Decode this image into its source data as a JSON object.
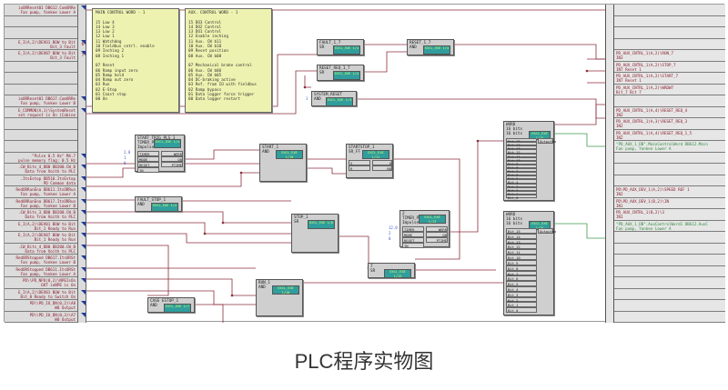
{
  "caption": "PLC程序实物图",
  "left_signals": [
    {
      "line1": "ioORReset01 DB612.ComORRe",
      "line2": "Fan pump, Yonkee Lower A",
      "num": ""
    },
    {
      "line1": "",
      "line2": "",
      "num": ""
    },
    {
      "line1": "",
      "line2": "",
      "num": ""
    },
    {
      "line1": "E_I(A,2)\\DEVO1 BOW to Bit",
      "line2": "Bit_3 Fault",
      "num": "6"
    },
    {
      "line1": "E_I(A,2)\\DEV07 BOW to Bit",
      "line2": "Bit_3 Fault",
      "num": "7"
    },
    {
      "line1": "",
      "line2": "",
      "num": ""
    },
    {
      "line1": "",
      "line2": "",
      "num": ""
    },
    {
      "line1": "",
      "line2": "",
      "num": ""
    },
    {
      "line1": "ioORReset01 DB617.ComORRe",
      "line2": "Fan pump, Yonkee Lower B",
      "num": ""
    },
    {
      "line1": "E_COMMON(A,1)\\SystemReset",
      "line2": "set request is On (Cabine",
      "num": ""
    },
    {
      "line1": "",
      "line2": "",
      "num": ""
    },
    {
      "line1": "",
      "line2": "",
      "num": ""
    },
    {
      "line1": "",
      "line2": "",
      "num": ""
    },
    {
      "line1": "\"Pulse 0.5 Hz\" M4.7",
      "line2": "pulse memory flag: 0.5 Hz",
      "num": ""
    },
    {
      "line1": ".CW_Bits_4_DB0 DB200.CW_B",
      "line2": "Data from Voith to PLC",
      "num": ""
    },
    {
      "line1": ".ItsEstop DB510.ItsEstop",
      "line2": "PD Common data",
      "num": ""
    },
    {
      "line1": "RedORRunEna DB611.ItsORRun",
      "line2": "Fan pump, Yonkee Lower A",
      "num": ""
    },
    {
      "line1": "RedORRunEna DB617.ItsORRun",
      "line2": "Fan pump, Yonkee Lower B",
      "num": ""
    },
    {
      "line1": ".CW_Bits_3_DB0 DB200.CW_B",
      "line2": "Data from Voith to PLC",
      "num": ""
    },
    {
      "line1": "E_I(A,2)\\DEV01 BOW to Bit",
      "line2": "Bit_1 Ready to Run",
      "num": ""
    },
    {
      "line1": "E_I(A,2)\\DEV07 BOW to Bit",
      "line2": "Bit_1 Ready to Run",
      "num": ""
    },
    {
      "line1": ".CW_Bits_4_DB0 DB200.CW_B",
      "line2": "Data from Voith to PLC",
      "num": ""
    },
    {
      "line1": "RedORStopped DB617.ItsORSt",
      "line2": "Fan pump, Yonkee Lower B",
      "num": ""
    },
    {
      "line1": "RedORStopped DB611.ItsORSt",
      "line2": "Fan pump, Yonkee Lower A",
      "num": ""
    },
    {
      "line1": "PD\\\\PD_NPU(0,2)\\NPEIsOn",
      "line2": "OUT ioNPE is On",
      "num": ""
    },
    {
      "line1": "E_I(A,2)\\DEV01 BOW to Bit",
      "line2": "Bit_0 Ready to Switch On",
      "num": ""
    },
    {
      "line1": "PD\\\\PD_IO_DN(0,2)\\A8",
      "line2": "W0 Output",
      "num": ""
    },
    {
      "line1": "PD\\\\PD_IO_DN(0,3)\\A7",
      "line2": "W0 Output",
      "num": ""
    }
  ],
  "notes": [
    {
      "title": "MAIN CONTROL WORD - 1",
      "lines": [
        "15 Low 4",
        "14 Low 3",
        "13 Low 2",
        "12 Low 1",
        "11 Watchdog",
        "10 Fieldbus cntrl. enable",
        "09 Inching 2",
        "08 Inching 1",
        "",
        "07 Reset",
        "06 Ramp input zero",
        "05 Ramp hold",
        "04 Ramp out zero",
        "03 Run",
        "02 E-Stop",
        "01 Coast stop",
        "00 On"
      ]
    },
    {
      "title": "AUX. CONTROL WORD - 1",
      "lines": [
        "15 DO3 Control",
        "14 DO2 Control",
        "13 DO1 Control",
        "12 Enable inching",
        "11 Aux. CW b11",
        "10 Aux. CW b10",
        "09 Reset position",
        "08 Aux. CW b08",
        "",
        "07 Mechanical brake control",
        "06 Aux. CW b06",
        "05 Aux. CW b05",
        "04 DC-braking active",
        "03 Ref. from IO with fieldbus",
        "02 Ramp bypass",
        "01 Data logger force trigger",
        "00 Data logger restart"
      ]
    }
  ],
  "blocks": {
    "fault_1_7": {
      "name": "FAULT_1_7",
      "type": "SR",
      "id": "EXCL_EXE 1/4"
    },
    "reset_1_7": {
      "name": "RESET_1_7",
      "type": "AND",
      "id": "EXCL_EXE 1/4"
    },
    "reset_req_1_7": {
      "name": "RESET_REQ_1_7",
      "type": "SR",
      "id": "EXCL_EXE 1/4"
    },
    "system_reset": {
      "name": "SYSTEM_RESET",
      "type": "AND",
      "id": "EXCL_EXE 1/4",
      "in_value": "1"
    },
    "start_trig": {
      "name": "START_TRIG_PLS_1",
      "type": "TIMER_P",
      "type2": "Impulsef",
      "id": "EXCL_EXE 1/4",
      "inputs": [
        {
          "pin": "TIMER",
          "value": "2.0"
        },
        {
          "pin": "MODE",
          "value": "1"
        },
        {
          "pin": "RESET",
          "value": "0"
        },
        {
          "pin": "IN",
          "value": ""
        }
      ],
      "outputs": [
        "WERR",
        "Q0",
        "PTIME"
      ]
    },
    "fault_stop": {
      "name": "FAULT_STOP_1",
      "type": "AND",
      "id": "EXCL_EXE 1/4"
    },
    "start_1": {
      "name": "START_1",
      "type": "AND",
      "id": "EXCL_EXE 1/10"
    },
    "startstop_1": {
      "name": "STARTSTOP_1",
      "type": "SR_FF",
      "id": "EXCL_EXE 1/11",
      "inputs": [
        "S",
        "R"
      ],
      "outputs": [
        "Q",
        "NQ"
      ]
    },
    "stop_1": {
      "name": "STOP_1",
      "type": "SR",
      "id": "EXCL_EXE 1/8"
    },
    "timer_2": {
      "name": "2",
      "type": "TIMER_P",
      "type2": "Impulsef",
      "id": "EXCL_EXE 1/13",
      "inputs": [
        {
          "pin": "TIMER",
          "value": "12.0"
        },
        {
          "pin": "MODE",
          "value": "2"
        },
        {
          "pin": "RESET",
          "value": "0"
        },
        {
          "pin": "IN",
          "value": ""
        }
      ],
      "outputs": [
        "WERR",
        "Q0",
        "PTIME"
      ]
    },
    "block_7": {
      "name": "7",
      "type": "SR",
      "id": "EXCL_EXE 1/13"
    },
    "run_1": {
      "name": "RUN_1",
      "type": "AND",
      "id": "EXCL_EXE 1/10"
    },
    "case_estop": {
      "name": "CASE ESTOP_1",
      "type": "AND",
      "id": "EXCL_EXE 1/7"
    },
    "word1": {
      "name": "WORD",
      "type": "16 bits",
      "type2": "16 bits",
      "id": "EXCL_EXE 1/15",
      "output": "OutputWo",
      "bits": [
        "Bit_15",
        "Bit_14",
        "Bit_13",
        "Bit_12",
        "Bit_11",
        "Bit_10",
        "Bit_9",
        "Bit_8",
        "Bit_7",
        "Bit_6",
        "Bit_5",
        "Bit_4",
        "Bit_3",
        "Bit_2",
        "Bit_1",
        "Bit_0"
      ]
    },
    "word2": {
      "name": "WORD",
      "type": "16 bits",
      "type2": "16 bits",
      "id": "EXCL_EXE 1/16",
      "output": "OutputWo",
      "bits": [
        "Bit_15",
        "Bit_14",
        "Bit_13",
        "Bit_12",
        "Bit_11",
        "Bit_10",
        "Bit_9",
        "Bit_8",
        "Bit_7",
        "Bit_6",
        "Bit_5",
        "Bit_4",
        "Bit_3",
        "Bit_2",
        "Bit_1",
        "Bit_0"
      ]
    }
  },
  "right_signals": [
    {
      "line1": "",
      "line2": "",
      "color": "red"
    },
    {
      "line1": "",
      "line2": "",
      "color": "red"
    },
    {
      "line1": "",
      "line2": "",
      "color": "red"
    },
    {
      "line1": "",
      "line2": "",
      "color": "red"
    },
    {
      "line1": "PD_AUX_CNTRL_1(A,2)\\RUN_7",
      "line2": "IN3",
      "color": "red"
    },
    {
      "line1": "PD_AUX_CNTRL_1(A,2)\\STOP_7",
      "line2": "IN7 Reset 1",
      "color": "red"
    },
    {
      "line1": "PD_AUX_CNTRL_1(A,2)\\START_7",
      "line2": "IN7 Reset 1",
      "color": "red"
    },
    {
      "line1": "PD_AUX_CNTRL_1(A,2)\\WRDW7",
      "line2": "Bit_7 Bit 7",
      "color": "red"
    },
    {
      "line1": "",
      "line2": "",
      "color": "red"
    },
    {
      "line1": "PD_AUX_CNTRL_1(A,4)\\RESET_REQ_4",
      "line2": "IN2",
      "color": "red"
    },
    {
      "line1": "PD_AUX_CNTRL_1(A,3)\\RESET_REQ_3",
      "line2": "IN2",
      "color": "red"
    },
    {
      "line1": "PD_AUX_CNTRL_1(A,4)\\RESET_REQ_1_5",
      "line2": "IN2",
      "color": "red"
    },
    {
      "line1": "\"PD_AUX_1_DB\".MainControlWord DB612.Main",
      "line2": "Fan pump, Yonkee Lower A",
      "color": "green"
    },
    {
      "line1": "",
      "line2": "",
      "color": "red"
    },
    {
      "line1": "",
      "line2": "",
      "color": "red"
    },
    {
      "line1": "",
      "line2": "",
      "color": "red"
    },
    {
      "line1": "PD\\PD_AUX_DEV_1(A,2)\\SPEED REF 1",
      "line2": "IN2",
      "color": "red"
    },
    {
      "line1": "PD\\PD_AUX_DEV_1(B,2)\\IN",
      "line2": "IN1",
      "color": "red"
    },
    {
      "line1": "PD_AUX_CNTRL_1(B,2)\\3",
      "line2": "IN1",
      "color": "red"
    },
    {
      "line1": "\"PD_AUX_1_DB\".AuxControlWord1 DB612.AuxC",
      "line2": "Fan pump, Yonkee Lower A",
      "color": "green"
    },
    {
      "line1": "",
      "line2": "",
      "color": "red"
    },
    {
      "line1": "",
      "line2": "",
      "color": "red"
    },
    {
      "line1": "",
      "line2": "",
      "color": "red"
    },
    {
      "line1": "",
      "line2": "",
      "color": "red"
    },
    {
      "line1": "",
      "line2": "",
      "color": "red"
    },
    {
      "line1": "",
      "line2": "",
      "color": "red"
    },
    {
      "line1": "",
      "line2": "",
      "color": "red"
    },
    {
      "line1": "",
      "line2": "",
      "color": "red"
    }
  ],
  "colors": {
    "wire": "#8b2e3c",
    "wire_green": "#3e9b50",
    "note_bg": "#eef2b0",
    "block_bg": "#cfcfcf",
    "block_id_bg": "#2f9e9c",
    "block_id_text": "#d8ff6a",
    "pin_value": "#3c5bd6"
  }
}
